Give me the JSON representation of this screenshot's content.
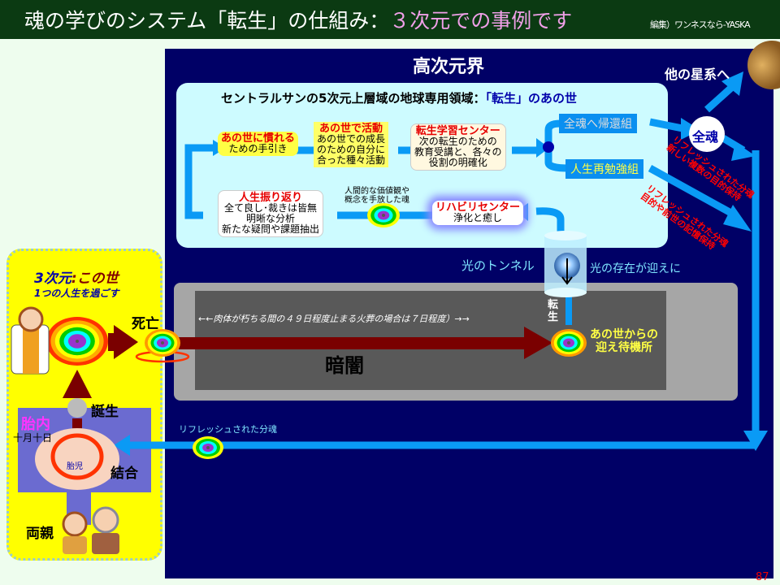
{
  "header": {
    "title_main": "魂の学びのシステム「転生」の仕組み：",
    "title_highlight": "３次元での事例です",
    "credit": "編集）ワンネスなら-YASKA"
  },
  "higher_realm": {
    "title": "高次元界",
    "other_star": "他の星系へ",
    "whole_soul": "全魂"
  },
  "central_sun": {
    "title_prefix": "セントラルサンの5次元上層域の地球専用領域：",
    "title_highlight": "「転生」",
    "title_suffix": "のあの世",
    "box_adapt": {
      "title": "あの世に慣れる",
      "body": "ための手引き"
    },
    "box_activity": {
      "title": "あの世で活動",
      "lines": [
        "あの世での成長",
        "のための自分に",
        "合った種々活動"
      ]
    },
    "box_center": {
      "title": "転生学習センター",
      "lines": [
        "次の転生のための",
        "教育受講と、各々の",
        "役割の明確化"
      ]
    },
    "box_review": {
      "title": "人生振り返り",
      "lines": [
        "全て良し･裁きは皆無",
        "明晰な分析",
        "新たな疑問や課題抽出"
      ]
    },
    "released_soul": [
      "人間的な価値観や",
      "概念を手放した魂"
    ],
    "box_rehab": {
      "title": "リハビリセンター",
      "body": "浄化と癒し"
    },
    "return_group": "全魂へ帰還組",
    "restudy_group": "人生再勉強組"
  },
  "diag_labels": {
    "upper": [
      "リフレッシュされた分魂",
      "新しい複数の目的保持"
    ],
    "lower": [
      "リフレッシュされた分魂",
      "目的や前世の記憶保持"
    ]
  },
  "tunnel": {
    "label": "光のトンネル",
    "greeting": "光の存在が迎えに",
    "reincarnation": "転生"
  },
  "darkness": {
    "label": "暗闇",
    "note": "←←肉体が朽ちる間の４９日程度止まる火葬の場合は７日程度）→→",
    "waiting": [
      "あの世からの",
      "迎え待機所"
    ]
  },
  "this_world": {
    "title_a": "3次元",
    "title_b": ":この世",
    "subtitle": "1つの人生を過ごす",
    "death": "死亡",
    "birth": "誕生",
    "womb": "胎内",
    "months": "十月十日",
    "fetus": "胎児",
    "union": "結合",
    "parents": "両親"
  },
  "refreshed_soul": "リフレッシュされた分魂",
  "page_number": "87",
  "colors": {
    "header": "#0b3a12",
    "navy": "#000066",
    "flow": "#0a9af5",
    "dark_red": "#7a0000"
  }
}
